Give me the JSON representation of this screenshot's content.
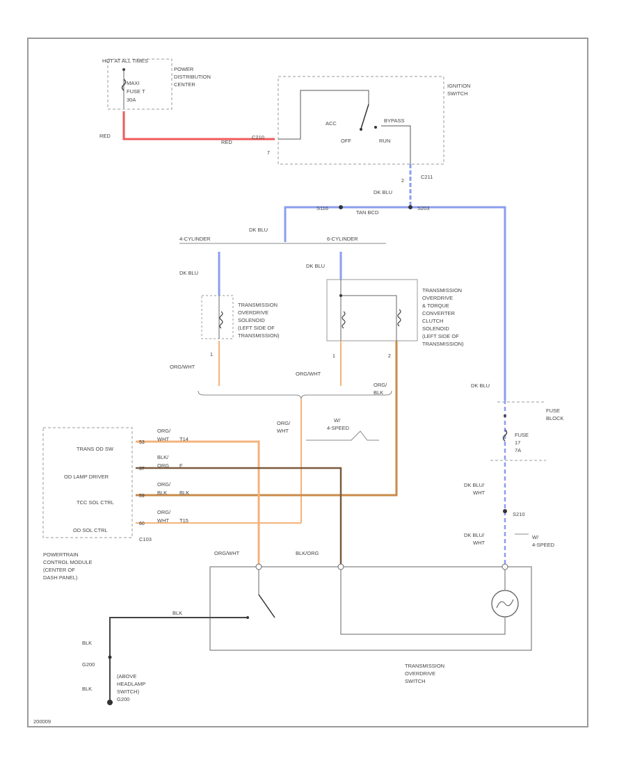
{
  "colors": {
    "red": "#ef5a5a",
    "blue": "#8a9df0",
    "orange": "#f3b27a",
    "brown": "#7a5a3c",
    "dark_orange": "#c88a4a",
    "black": "#333333",
    "frame": "#9a9a9a"
  },
  "power": {
    "hot_at_all_times": "HOT AT ALL TIMES",
    "maxi": "MAXI",
    "fuse": "FUSE T",
    "amps": "30A",
    "pdc_line1": "POWER",
    "pdc_line2": "DISTRIBUTION",
    "pdc_line3": "CENTER"
  },
  "ignition": {
    "line1": "IGNITION",
    "line2": "SWITCH",
    "acc": "ACC",
    "off": "OFF",
    "run": "RUN",
    "bypass": "BYPASS",
    "conn_c210": "C210",
    "conn_c211": "C211",
    "pin_7": "7",
    "pin_2": "2"
  },
  "wires": {
    "red": "RED",
    "red2": "RED",
    "dk_blu": "DK BLU",
    "dk_blu2": "DK BLU",
    "dk_blu3": "DK BLU",
    "dk_blu4": "DK BLU",
    "dk_blu5": "DK BLU",
    "s116": "S116",
    "s203": "S203",
    "tan_bcd": "TAN BCD",
    "four_cyl": "4-CYLINDER",
    "six_cyl": "6-CYLINDER",
    "org_wht": "ORG/WHT",
    "org_wht2": "ORG/WHT",
    "org_wht3": "ORG/WHT",
    "org_blk": "ORG/",
    "org_blk2": "BLK",
    "org_wht_a": "ORG/",
    "org_wht_b": "WHT",
    "dk_blu_wht1": "DK BLU/",
    "dk_blu_wht2": "WHT",
    "dk_blu_wht3": "DK BLU/",
    "dk_blu_wht4": "WHT",
    "blk_org": "BLK/ORG",
    "blk": "BLK",
    "blk2": "BLK",
    "blk3": "BLK"
  },
  "solenoid_left": {
    "line1": "TRANSMISSION",
    "line2": "OVERDRIVE",
    "line3": "SOLENOID",
    "line4": "(LEFT SIDE OF",
    "line5": "TRANSMISSION)",
    "pin": "1"
  },
  "solenoid_right": {
    "line1": "TRANSMISSION",
    "line2": "OVERDRIVE",
    "line3": "& TORQUE",
    "line4": "CONVERTER",
    "line5": "CLUTCH",
    "line6": "SOLENOID",
    "line7": "(LEFT SIDE OF",
    "line8": "TRANSMISSION)",
    "pin1": "1",
    "pin2": "2"
  },
  "speed_note": {
    "line1": "W/",
    "line2": "4-SPEED"
  },
  "pcm": {
    "trans_od_sw": "TRANS OD SW",
    "od_lamp_driver": "OD LAMP DRIVER",
    "tcc_sol_ctrl": "TCC SOL CTRL",
    "od_sol_ctrl": "OD SOL CTRL",
    "pin_trans": "53",
    "pin_lamp": "37",
    "pin_tcc": "59",
    "pin_od": "60",
    "conn": "C103",
    "w1a": "ORG/",
    "w1b": "WHT",
    "w1c": "T14",
    "w2a": "BLK/",
    "w2b": "ORG",
    "w2c": "F",
    "w3a": "ORG/",
    "w3b": "BLK",
    "w3c": "BLK",
    "w4a": "ORG/",
    "w4b": "WHT",
    "w4c": "T15",
    "name1": "POWERTRAIN",
    "name2": "CONTROL MODULE",
    "name3": "(CENTER OF",
    "name4": "DASH PANEL)"
  },
  "fuse_block": {
    "line1": "FUSE",
    "line2": "BLOCK",
    "fuse": "FUSE",
    "num": "17",
    "amps": "7A",
    "s210": "S210"
  },
  "od_switch": {
    "line1": "TRANSMISSION",
    "line2": "OVERDRIVE",
    "line3": "SWITCH"
  },
  "ground": {
    "g200": "G200",
    "line1": "(ABOVE",
    "line2": "HEADLAMP",
    "line3": "SWITCH)",
    "line4": "G200"
  },
  "figure_id": "200009"
}
